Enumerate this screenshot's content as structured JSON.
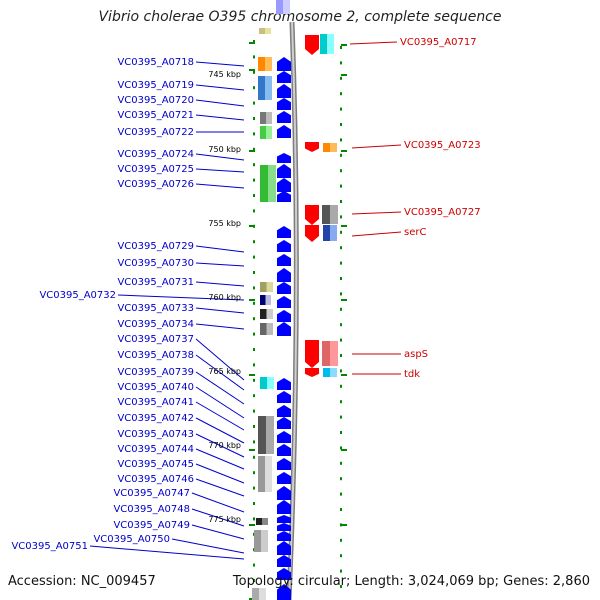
{
  "title": "Vibrio cholerae O395 chromosome 2, complete sequence",
  "footer": {
    "accession": "Accession: NC_009457",
    "topology": "Topology: circular; Length: 3,024,069 bp; Genes: 2,860"
  },
  "colors": {
    "minus_strand": "#ff0000",
    "plus_strand": "#0000ff",
    "left_label": "#0000cc",
    "right_label": "#cc0000",
    "backbone": "#9a9a9a",
    "tick": "#008800"
  },
  "kbp_markers": [
    "745 kbp",
    "750 kbp",
    "755 kbp",
    "760 kbp",
    "765 kbp",
    "770 kbp",
    "775 kbp"
  ],
  "left_labels": [
    "VC0395_A0718",
    "VC0395_A0719",
    "VC0395_A0720",
    "VC0395_A0721",
    "VC0395_A0722",
    "VC0395_A0724",
    "VC0395_A0725",
    "VC0395_A0726",
    "VC0395_A0729",
    "VC0395_A0730",
    "VC0395_A0731",
    "VC0395_A0732",
    "VC0395_A0733",
    "VC0395_A0734",
    "VC0395_A0737",
    "VC0395_A0738",
    "VC0395_A0739",
    "VC0395_A0740",
    "VC0395_A0741",
    "VC0395_A0742",
    "VC0395_A0743",
    "VC0395_A0744",
    "VC0395_A0745",
    "VC0395_A0746",
    "VC0395_A0747",
    "VC0395_A0748",
    "VC0395_A0749",
    "VC0395_A0750",
    "VC0395_A0751"
  ],
  "right_labels": [
    "VC0395_A0717",
    "VC0395_A0723",
    "VC0395_A0727",
    "serC",
    "aspS",
    "tdk"
  ]
}
